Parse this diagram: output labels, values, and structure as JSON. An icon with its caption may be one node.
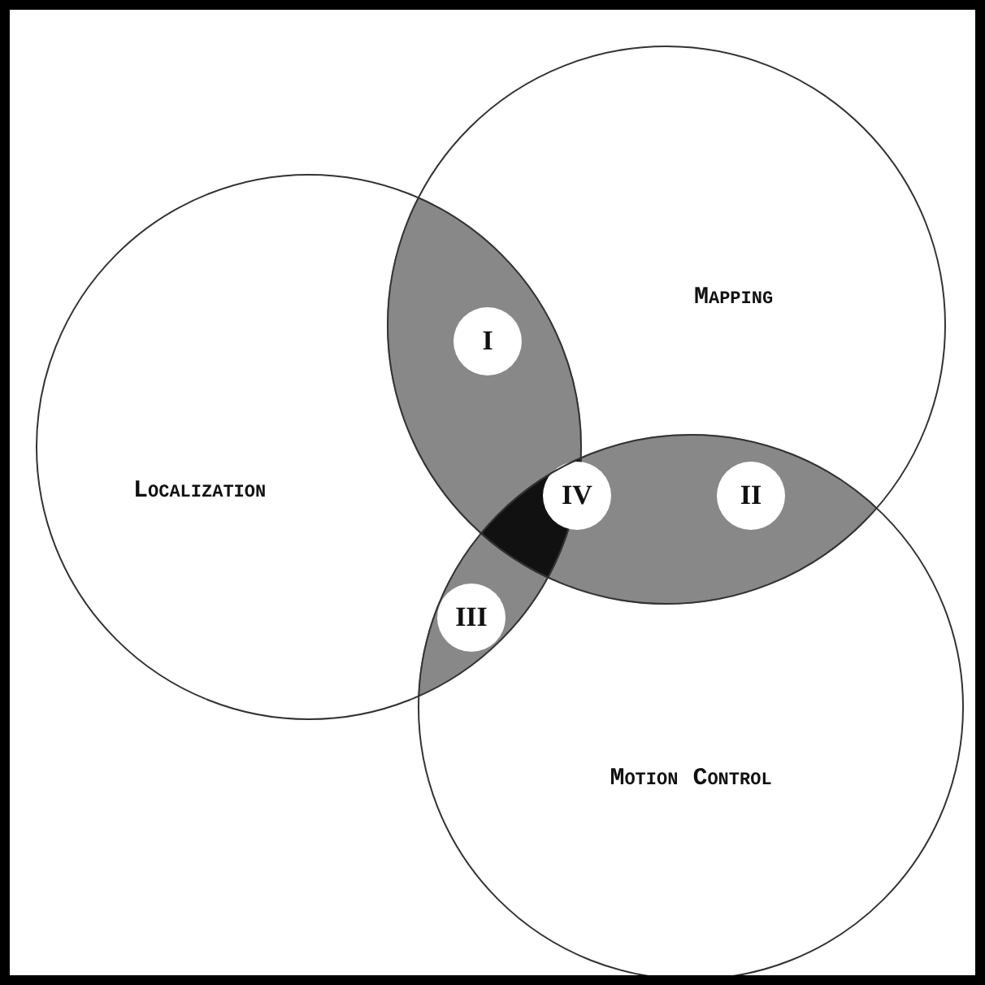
{
  "diagram": {
    "nodes": [
      {
        "text": [
          "Mapping"
        ]
      },
      {
        "text": [
          "I"
        ]
      },
      {
        "text": [
          "Localization"
        ]
      },
      {
        "text": [
          "IV"
        ]
      },
      {
        "text": [
          "II"
        ]
      },
      {
        "text": [
          "III"
        ]
      },
      {
        "text": [
          "Motion Control"
        ]
      }
    ]
  }
}
